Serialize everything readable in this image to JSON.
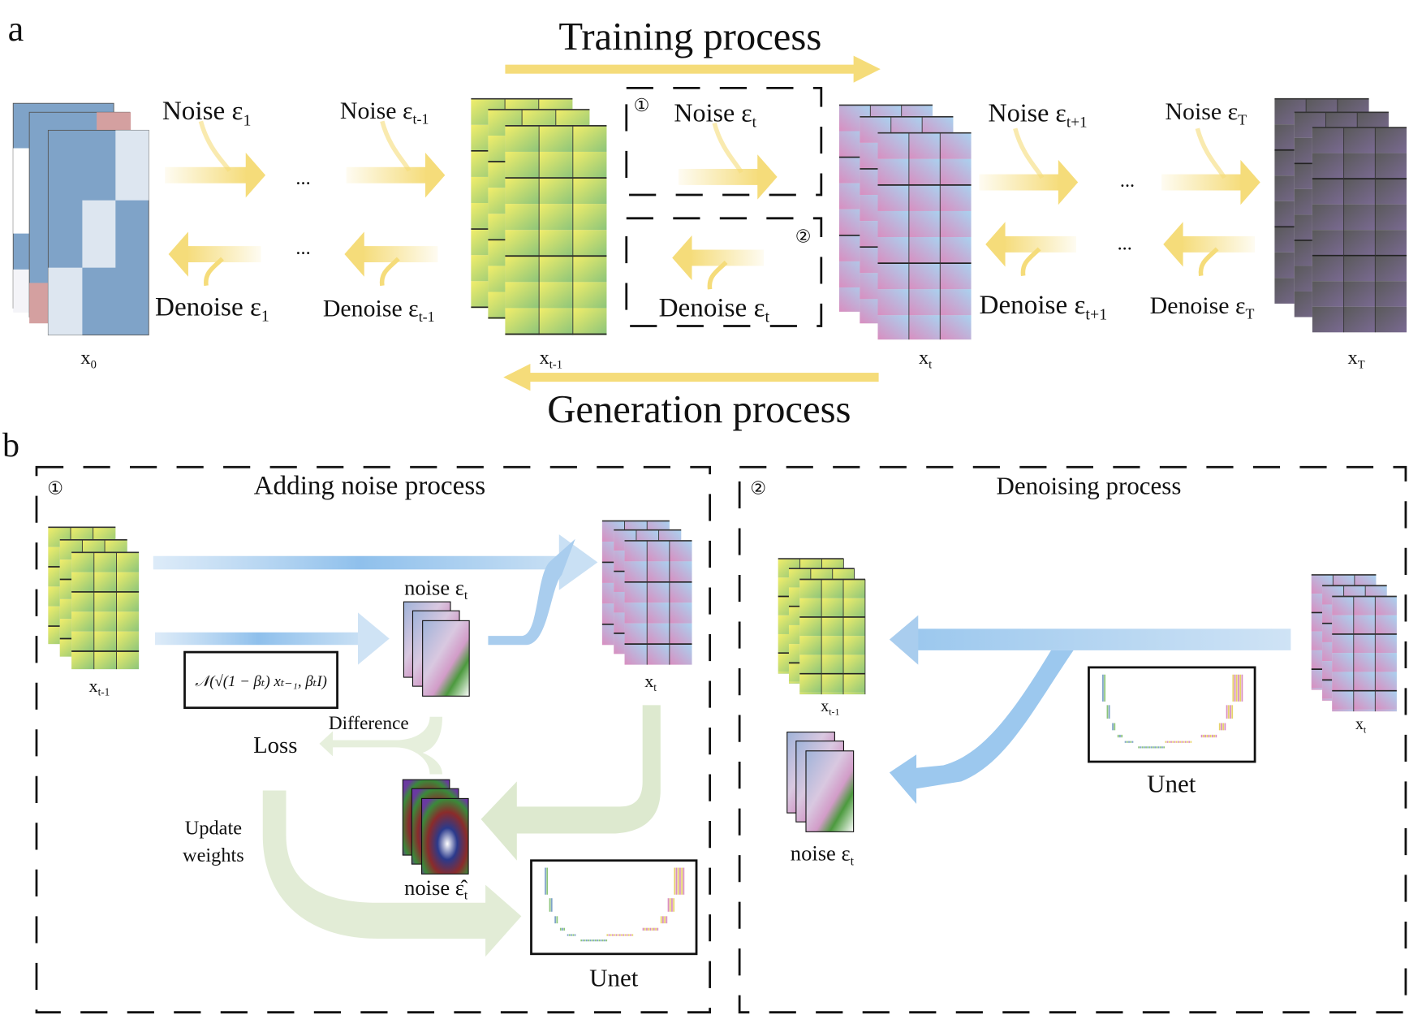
{
  "panel_a": {
    "label": "a",
    "training_title": "Training process",
    "generation_title": "Generation process",
    "noise_labels": [
      {
        "base": "Noise ε",
        "sub": "1"
      },
      {
        "base": "Noise ε",
        "sub": "t-1"
      },
      {
        "base": "Noise ε",
        "sub": "t"
      },
      {
        "base": "Noise ε",
        "sub": "t+1"
      },
      {
        "base": "Noise ε",
        "sub": "T"
      }
    ],
    "denoise_labels": [
      {
        "base": "Denoise ε",
        "sub": "1"
      },
      {
        "base": "Denoise ε",
        "sub": "t-1"
      },
      {
        "base": "Denoise ε",
        "sub": "t"
      },
      {
        "base": "Denoise ε",
        "sub": "t+1"
      },
      {
        "base": "Denoise ε",
        "sub": "T"
      }
    ],
    "ellipsis": "...",
    "marker_1": "①",
    "marker_2": "②",
    "states": [
      {
        "base": "x",
        "sub": "0"
      },
      {
        "base": "x",
        "sub": "t-1"
      },
      {
        "base": "x",
        "sub": "t"
      },
      {
        "base": "x",
        "sub": "T"
      }
    ]
  },
  "panel_b": {
    "label": "b",
    "left": {
      "marker": "①",
      "title": "Adding noise process",
      "input_state": {
        "base": "x",
        "sub": "t-1"
      },
      "output_state": {
        "base": "x",
        "sub": "t"
      },
      "noise_label": {
        "base": "noise ε",
        "sub": "t"
      },
      "formula": "𝒩(√(1 − βₜ) xₜ₋₁, βₜI)",
      "difference": "Difference",
      "loss": "Loss",
      "update_weights": [
        "Update",
        "weights"
      ],
      "pred_noise_label": {
        "base": "noise ε̂",
        "sub": "t"
      },
      "unet": "Unet"
    },
    "right": {
      "marker": "②",
      "title": "Denoising process",
      "output_state": {
        "base": "x",
        "sub": "t-1"
      },
      "input_state": {
        "base": "x",
        "sub": "t"
      },
      "noise_label": {
        "base": "noise ε",
        "sub": "t"
      },
      "unet": "Unet"
    }
  },
  "colors": {
    "training_arrow": "#f5dc7a",
    "blue_arrow": "#a9cdee",
    "green_arrow": "#dde9cf",
    "x0_blue": "#7fa3c8",
    "grid_green": "#8cc57a",
    "grid_yellow": "#eeea6a",
    "grid_pink": "#d98ec0",
    "grid_blue": "#a9d2f0",
    "grid_gray": "#5f5f5f",
    "grid_purple": "#7a6a92"
  }
}
